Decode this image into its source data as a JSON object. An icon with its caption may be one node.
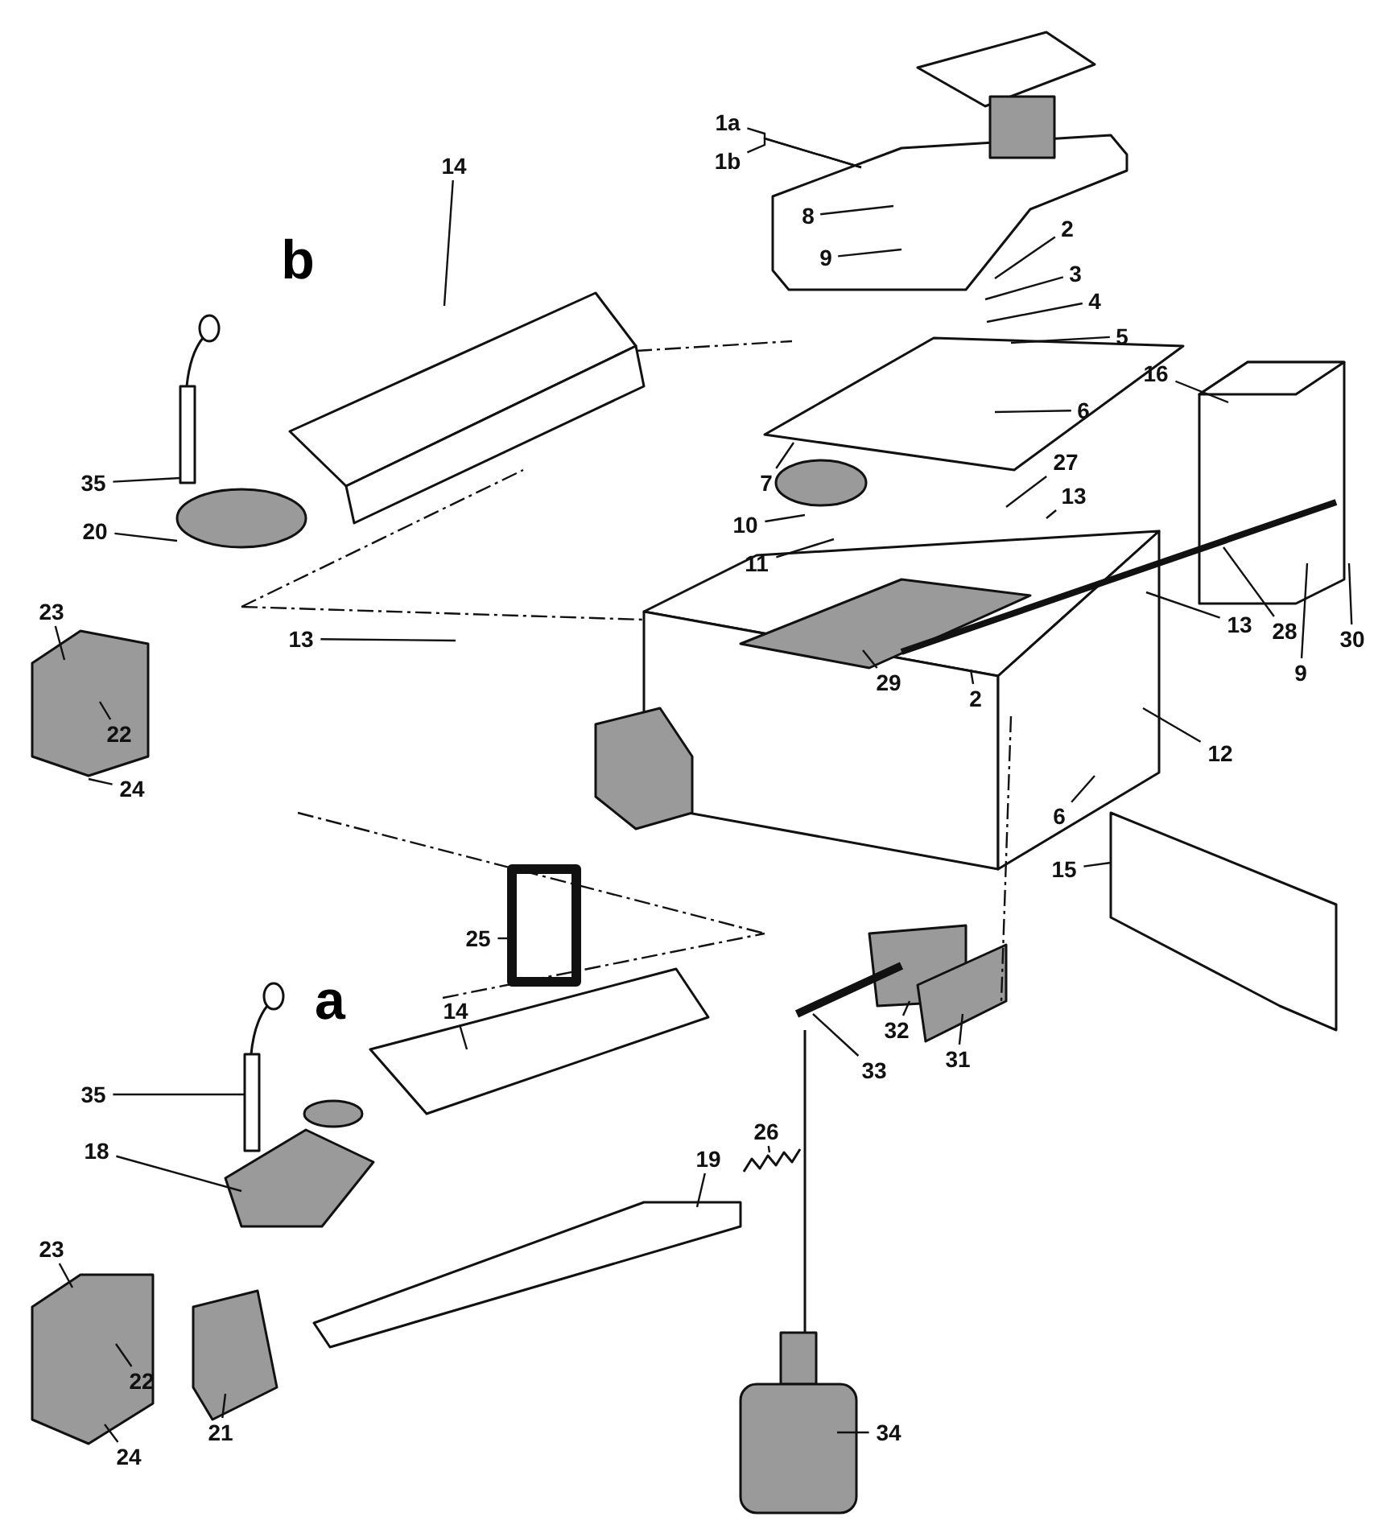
{
  "diagram": {
    "nodes": [
      {
        "text": [
          "1a"
        ]
      },
      {
        "text": [
          "1b"
        ]
      },
      {
        "text": [
          "14"
        ]
      },
      {
        "text": [
          "8"
        ]
      },
      {
        "text": [
          "2"
        ]
      },
      {
        "text": [
          "9"
        ]
      },
      {
        "text": [
          "3"
        ]
      },
      {
        "text": [
          "4"
        ]
      },
      {
        "text": [
          "5"
        ]
      },
      {
        "text": [
          "16"
        ]
      },
      {
        "text": [
          "6"
        ]
      },
      {
        "text": [
          "27"
        ]
      },
      {
        "text": [
          "35"
        ]
      },
      {
        "text": [
          "7"
        ]
      },
      {
        "text": [
          "13"
        ]
      },
      {
        "text": [
          "10"
        ]
      },
      {
        "text": [
          "20"
        ]
      },
      {
        "text": [
          "11"
        ]
      },
      {
        "text": [
          "23"
        ]
      },
      {
        "text": [
          "13"
        ]
      },
      {
        "text": [
          "28"
        ]
      },
      {
        "text": [
          "13"
        ]
      },
      {
        "text": [
          "30"
        ]
      },
      {
        "text": [
          "9"
        ]
      },
      {
        "text": [
          "29"
        ]
      },
      {
        "text": [
          "2"
        ]
      },
      {
        "text": [
          "22"
        ]
      },
      {
        "text": [
          "12"
        ]
      },
      {
        "text": [
          "24"
        ]
      },
      {
        "text": [
          "6"
        ]
      },
      {
        "text": [
          "15"
        ]
      },
      {
        "text": [
          "25"
        ]
      },
      {
        "text": [
          "32"
        ]
      },
      {
        "text": [
          "14"
        ]
      },
      {
        "text": [
          "31"
        ]
      },
      {
        "text": [
          "33"
        ]
      },
      {
        "text": [
          "35"
        ]
      },
      {
        "text": [
          "26"
        ]
      },
      {
        "text": [
          "19"
        ]
      },
      {
        "text": [
          "18"
        ]
      },
      {
        "text": [
          "23"
        ]
      },
      {
        "text": [
          "22"
        ]
      },
      {
        "text": [
          "24"
        ]
      },
      {
        "text": [
          "21"
        ]
      },
      {
        "text": [
          "34"
        ]
      }
    ],
    "edges": [
      {
        "from": 0,
        "to": null,
        "arrow": "none"
      },
      {
        "from": 1,
        "to": null,
        "arrow": "none"
      },
      {
        "from": 2,
        "to": null,
        "arrow": "none"
      },
      {
        "from": 3,
        "to": null,
        "arrow": "none"
      },
      {
        "from": 4,
        "to": null,
        "arrow": "none"
      },
      {
        "from": 5,
        "to": null,
        "arrow": "none"
      },
      {
        "from": 6,
        "to": null,
        "arrow": "none"
      },
      {
        "from": 7,
        "to": null,
        "arrow": "none"
      },
      {
        "from": 8,
        "to": null,
        "arrow": "none"
      },
      {
        "from": 9,
        "to": null,
        "arrow": "none"
      },
      {
        "from": 10,
        "to": null,
        "arrow": "none"
      },
      {
        "from": 11,
        "to": null,
        "arrow": "none"
      },
      {
        "from": 12,
        "to": null,
        "arrow": "none"
      },
      {
        "from": 13,
        "to": null,
        "arrow": "none"
      },
      {
        "from": 14,
        "to": null,
        "arrow": "none"
      },
      {
        "from": 15,
        "to": null,
        "arrow": "none"
      },
      {
        "from": 16,
        "to": null,
        "arrow": "none"
      },
      {
        "from": 17,
        "to": null,
        "arrow": "none"
      },
      {
        "from": 18,
        "to": null,
        "arrow": "none"
      },
      {
        "from": 19,
        "to": null,
        "arrow": "none"
      },
      {
        "from": 20,
        "to": null,
        "arrow": "none"
      },
      {
        "from": 21,
        "to": null,
        "arrow": "none"
      },
      {
        "from": 22,
        "to": null,
        "arrow": "none"
      },
      {
        "from": 23,
        "to": null,
        "arrow": "none"
      },
      {
        "from": 24,
        "to": null,
        "arrow": "none"
      },
      {
        "from": 25,
        "to": null,
        "arrow": "none"
      },
      {
        "from": 26,
        "to": null,
        "arrow": "none"
      },
      {
        "from": 27,
        "to": null,
        "arrow": "none"
      },
      {
        "from": 28,
        "to": null,
        "arrow": "none"
      },
      {
        "from": 29,
        "to": null,
        "arrow": "none"
      },
      {
        "from": 30,
        "to": null,
        "arrow": "none"
      },
      {
        "from": 31,
        "to": null,
        "arrow": "none"
      },
      {
        "from": 32,
        "to": null,
        "arrow": "none"
      },
      {
        "from": 33,
        "to": null,
        "arrow": "none"
      },
      {
        "from": 34,
        "to": null,
        "arrow": "none"
      },
      {
        "from": 35,
        "to": null,
        "arrow": "none"
      },
      {
        "from": 36,
        "to": null,
        "arrow": "none"
      },
      {
        "from": 37,
        "to": null,
        "arrow": "none"
      },
      {
        "from": 38,
        "to": null,
        "arrow": "none"
      },
      {
        "from": 39,
        "to": null,
        "arrow": "none"
      },
      {
        "from": 40,
        "to": null,
        "arrow": "none"
      },
      {
        "from": 41,
        "to": null,
        "arrow": "none"
      },
      {
        "from": 42,
        "to": null,
        "arrow": "none"
      },
      {
        "from": 43,
        "to": null,
        "arrow": "none"
      },
      {
        "from": 44,
        "to": null,
        "arrow": "none"
      }
    ],
    "labels": [
      "b",
      "a"
    ]
  }
}
